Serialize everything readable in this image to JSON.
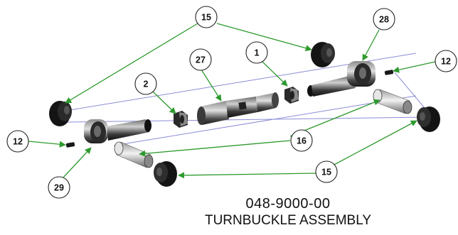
{
  "drawing": {
    "part_number": "048-9000-00",
    "assembly_name": "TURNBUCKLE ASSEMBLY"
  },
  "callouts": [
    {
      "id": "15",
      "label": "15"
    },
    {
      "id": "28",
      "label": "28"
    },
    {
      "id": "27",
      "label": "27"
    },
    {
      "id": "1",
      "label": "1"
    },
    {
      "id": "2",
      "label": "2"
    },
    {
      "id": "12",
      "label": "12"
    },
    {
      "id": "16",
      "label": "16"
    },
    {
      "id": "29",
      "label": "29"
    }
  ],
  "colors": {
    "leader": "#2e9a2e",
    "axis": "#8c8cd8",
    "part_dark": "#1c1c1c",
    "part_mid": "#5a5a5a",
    "part_light": "#bcbcbc"
  }
}
